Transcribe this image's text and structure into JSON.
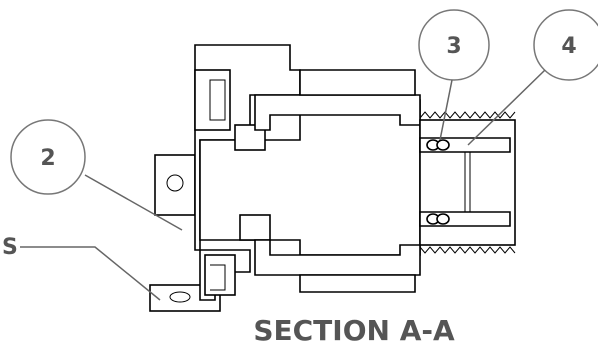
{
  "callouts": [
    {
      "label": "2"
    },
    {
      "label": "3"
    },
    {
      "label": "4"
    }
  ],
  "partial_label": "S",
  "section_title": "SECTION A-A",
  "colors": {
    "lines": "#000000",
    "callout": "#666666",
    "background": "#ffffff"
  }
}
